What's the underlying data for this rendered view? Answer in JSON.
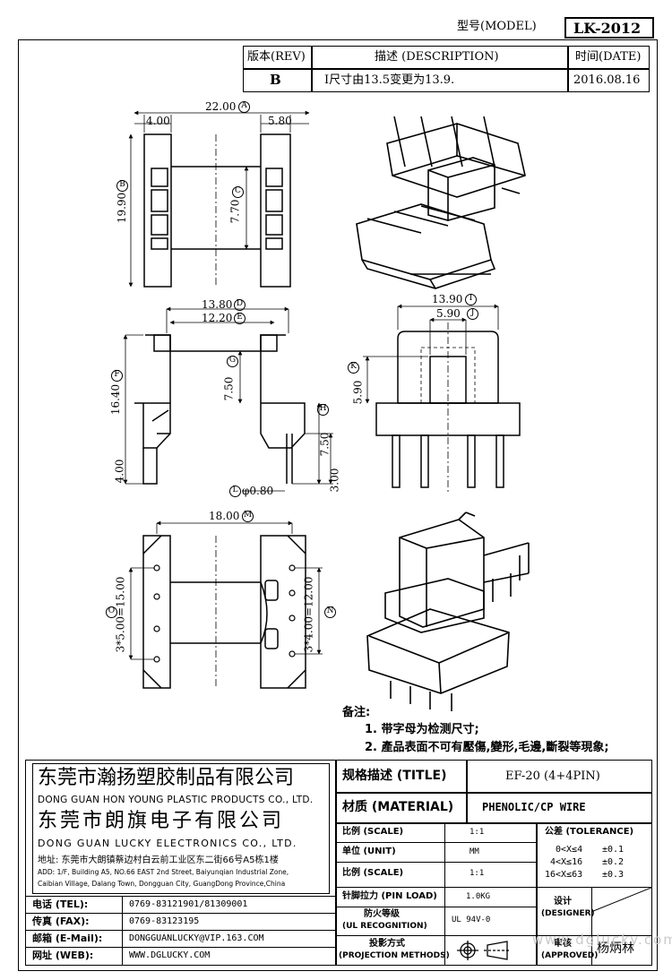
{
  "header": {
    "model_label": "型号(MODEL)",
    "model_value": "LK-2012",
    "rev_label": "版本(REV)",
    "desc_label": "描述 (DESCRIPTION)",
    "date_label": "时间(DATE)",
    "rev_value": "B",
    "desc_value": "I尺寸由13.5变更为13.9.",
    "date_value": "2016.08.16"
  },
  "dimensions": {
    "top_left": "4.00",
    "top_total": "22.00",
    "top_right": "5.80",
    "left_height": "19.90",
    "center_height": "7.70",
    "mid_width_outer": "13.80",
    "mid_width_inner": "12.20",
    "mid_height": "16.40",
    "mid_inner_h": "7.50",
    "mid_right_h": "7.50",
    "mid_bottom": "4.00",
    "pin_len": "3.00",
    "pin_dia": "φ0.80",
    "front_width": "13.90",
    "front_inner": "5.90",
    "front_h": "5.90",
    "bot_width": "18.00",
    "bot_left": "3*5.00=15.00",
    "bot_right": "3*4.00=12.00"
  },
  "markers": {
    "A": "A",
    "B": "B",
    "C": "C",
    "D": "D",
    "E": "E",
    "F": "F",
    "G": "G",
    "H": "H",
    "I": "I",
    "J": "J",
    "K": "K",
    "L": "L",
    "M": "M",
    "N": "N",
    "O": "O"
  },
  "notes": {
    "title": "备注:",
    "line1": "1. 带字母为检测尺寸;",
    "line2": "2. 產品表面不可有壓傷,變形,毛邊,斷裂等現象;"
  },
  "company": {
    "cn1": "东莞市瀚扬塑胶制品有限公司",
    "en1": "DONG GUAN HON YOUNG PLASTIC PRODUCTS CO., LTD.",
    "cn2": "东莞市朗旗电子有限公司",
    "en2": "DONG GUAN LUCKY ELECTRONICS CO., LTD.",
    "addr_cn": "地址: 东莞市大朗镇蔡边村白云前工业区东二街66号A5栋1楼",
    "addr_en1": "ADD: 1/F, Building A5, NO.66 EAST 2nd Street, Baiyunqian Industrial Zone,",
    "addr_en2": "Caibian Village, Dalang Town, Dongguan City, GuangDong Province,China"
  },
  "contact": {
    "tel_label": "电话 (TEL):",
    "tel_value": "0769-83121901/81309001",
    "fax_label": "传真 (FAX):",
    "fax_value": "0769-83123195",
    "mail_label": "邮箱 (E-Mail):",
    "mail_value": "DONGGUANLUCKY@VIP.163.COM",
    "web_label": "网址 (WEB):",
    "web_value": "WWW.DGLUCKY.COM"
  },
  "spec": {
    "title_label": "规格描述 (TITLE)",
    "title_value": "EF-20 (4+4PIN)",
    "material_label": "材质 (MATERIAL)",
    "material_value": "PHENOLIC/CP WIRE",
    "scale_label": "比例 (SCALE)",
    "scale_value": "1:1",
    "tol_label": "公差 (TOLERANCE)",
    "unit_label": "单位 (UNIT)",
    "unit_value": "MM",
    "tol1": "0<X≤4",
    "tol1v": "±0.1",
    "tol2": "4<X≤16",
    "tol2v": "±0.2",
    "tol3": "16<X≤63",
    "tol3v": "±0.3",
    "scale2_label": "比例 (SCALE)",
    "scale2_value": "1:1",
    "pin_label": "针脚拉力 (PIN LOAD)",
    "pin_value": "1.0KG",
    "ul_label1": "防火等级",
    "ul_label2": "(UL RECOGNITION)",
    "ul_value": "UL 94V-0",
    "proj_label1": "投影方式",
    "proj_label2": "(PROJECTION METHODS)",
    "designer_label1": "设计",
    "designer_label2": "(DESIGNER)",
    "approved_label1": "审核",
    "approved_label2": "(APPROVED)",
    "approver": "杨炳林",
    "watermark": "www.dglucky.com"
  }
}
